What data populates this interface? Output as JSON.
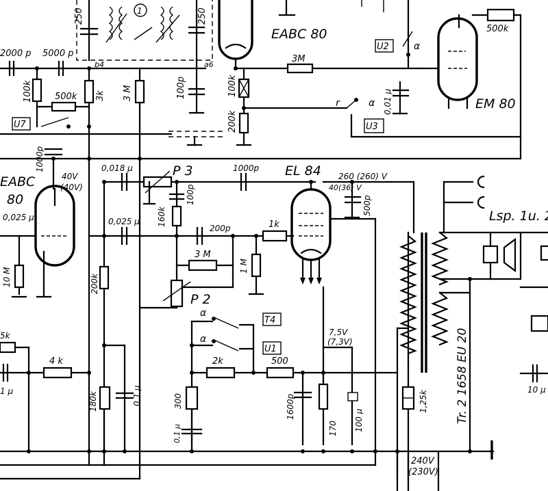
{
  "tubes": {
    "eabc80_top": "EABC 80",
    "eabc80_left_1": "EABC",
    "eabc80_left_2": "80",
    "el84": "EL 84",
    "em80": "EM 80"
  },
  "capacitors": {
    "c_2000p": "2000 p",
    "c_5000p": "5000 p",
    "c_250_left": "250",
    "c_250_right": "250",
    "c_100p_detector": "100p",
    "c_1000p_left": "1000p",
    "c_0018": "0,018 µ",
    "c_100p_p3": "100p",
    "c_1000p_el84": "1000p",
    "c_500p": "500p",
    "c_0025_left": "0,025 µ",
    "c_0025_mid": "0,025 µ",
    "c_200p": "200p",
    "c_001_u2": "0,01 µ",
    "c_01_cathode": "0,1 µ",
    "c_01_bottom": "0,1 µ",
    "c_1600p": "1600p",
    "c_100u": "100 µ",
    "c_10u": "10 µ",
    "c_1u": "1 µ"
  },
  "resistors": {
    "r_100k_left": "100k",
    "r_500k_left": "500k",
    "r_3k": "3k",
    "r_3M_vert": "3 M",
    "r_100k_det": "100k",
    "r_200k_det": "200k",
    "r_3M_em": "3M",
    "r_500k_em": "500k",
    "r_160k": "160k",
    "r_3M_fb": "3 M",
    "r_1M": "1 M",
    "r_1k": "1k",
    "r_200k_col": "200k",
    "r_10M": "10 M",
    "r_4k": "4 k",
    "r_5k": "5k",
    "r_2k": "2k",
    "r_500": "500",
    "r_300": "300",
    "r_180k": "180k",
    "r_170": "170",
    "r_125k": "1,25k"
  },
  "controls": {
    "p3": "P 3",
    "p2": "P 2"
  },
  "switches": {
    "u7": "U7",
    "u3": "U3",
    "u2": "U2",
    "t4": "T4",
    "u1": "U1",
    "alpha": "α",
    "r_contact": "r",
    "b4": "b4",
    "a6": "a6",
    "circle_1": "1"
  },
  "voltages": {
    "v40": "40V",
    "v40b": "(40V)",
    "v260": "260 (260) V",
    "v40_36": "40(36) V",
    "v75": "7,5V",
    "v73": "(7,3V)",
    "v240": "240V",
    "v230": "(230V)"
  },
  "output": {
    "speaker": "Lsp. 1u. 2",
    "transformer": "Tr. 2  1658 EU 20"
  }
}
